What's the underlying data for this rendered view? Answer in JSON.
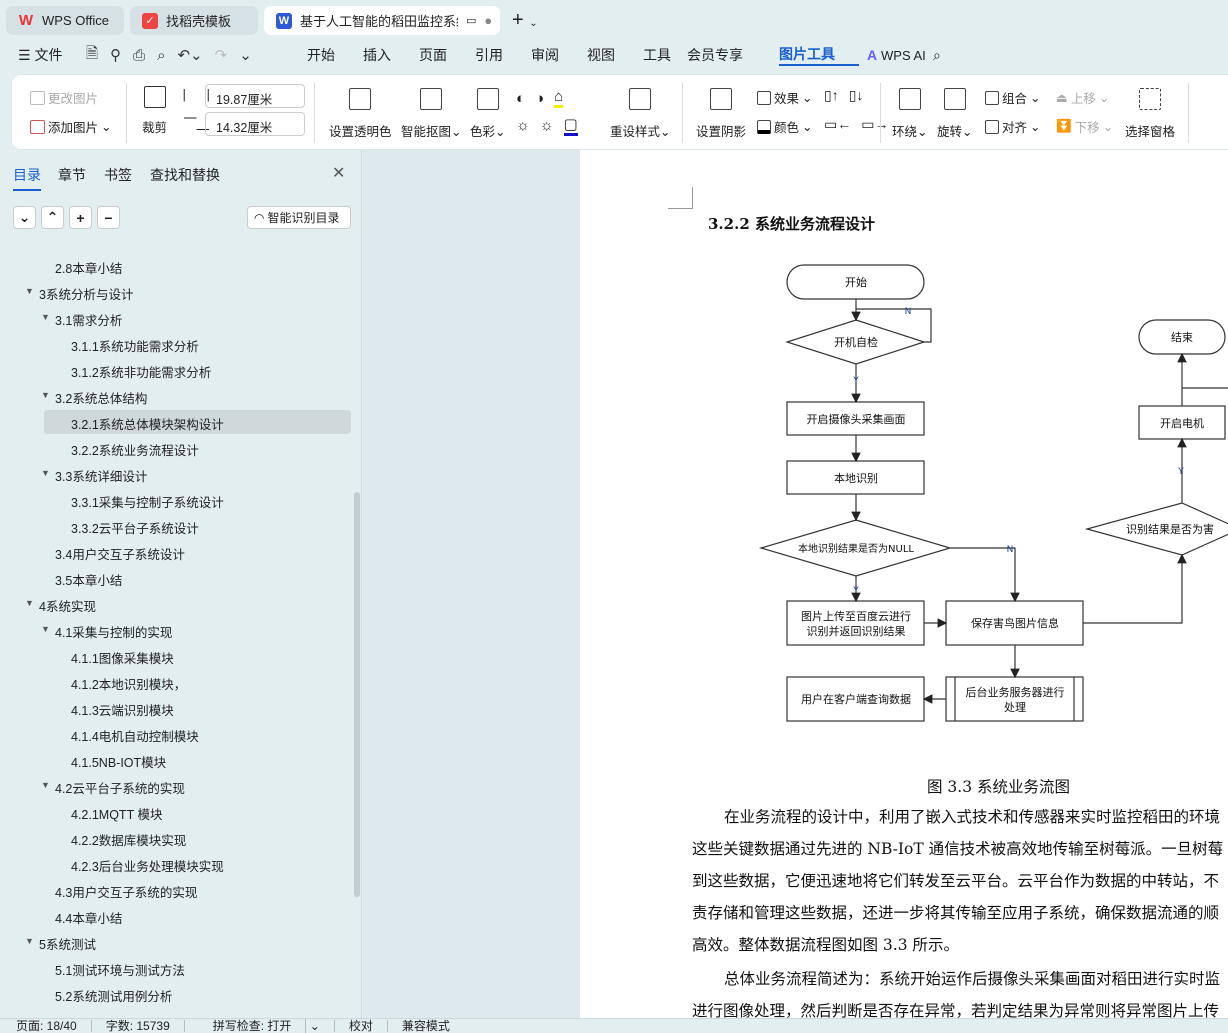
{
  "tabs": [
    {
      "label": "WPS Office"
    },
    {
      "label": "找稻壳模板"
    },
    {
      "label": "基于人工智能的稻田监控系统"
    }
  ],
  "menu": {
    "file": "文件",
    "items": [
      "开始",
      "插入",
      "页面",
      "引用",
      "审阅",
      "视图",
      "工具",
      "会员专享",
      "图片工具"
    ],
    "ai": "WPS AI"
  },
  "ribbon": {
    "change_pic": "更改图片",
    "add_pic": "添加图片",
    "crop": "裁剪",
    "width": "19.87厘米",
    "height": "14.32厘米",
    "transparent": "设置透明色",
    "smart_cutout": "智能抠图",
    "color": "色彩",
    "reset_style": "重设样式",
    "shadow": "设置阴影",
    "effect": "效果",
    "shadow_color": "颜色",
    "wrap": "环绕",
    "rotate": "旋转",
    "group": "组合",
    "align": "对齐",
    "move_up": "上移",
    "move_down": "下移",
    "selection_pane": "选择窗格"
  },
  "sidebar": {
    "tabs": [
      "目录",
      "章节",
      "书签",
      "查找和替换"
    ],
    "smart_toc": "智能识别目录",
    "items": [
      {
        "label": "2.8本章小结",
        "level": 2,
        "arrow": false
      },
      {
        "label": "3系统分析与设计",
        "level": 1,
        "arrow": true
      },
      {
        "label": "3.1需求分析",
        "level": 2,
        "arrow": true
      },
      {
        "label": "3.1.1系统功能需求分析",
        "level": 3,
        "arrow": false
      },
      {
        "label": "3.1.2系统非功能需求分析",
        "level": 3,
        "arrow": false
      },
      {
        "label": "3.2系统总体结构",
        "level": 2,
        "arrow": true
      },
      {
        "label": "3.2.1系统总体模块架构设计",
        "level": 3,
        "arrow": false,
        "selected": true
      },
      {
        "label": "3.2.2系统业务流程设计",
        "level": 3,
        "arrow": false
      },
      {
        "label": "3.3系统详细设计",
        "level": 2,
        "arrow": true
      },
      {
        "label": "3.3.1采集与控制子系统设计",
        "level": 3,
        "arrow": false
      },
      {
        "label": "3.3.2云平台子系统设计",
        "level": 3,
        "arrow": false
      },
      {
        "label": "3.4用户交互子系统设计",
        "level": 2,
        "arrow": false
      },
      {
        "label": "3.5本章小结",
        "level": 2,
        "arrow": false
      },
      {
        "label": "4系统实现",
        "level": 1,
        "arrow": true
      },
      {
        "label": "4.1采集与控制的实现",
        "level": 2,
        "arrow": true
      },
      {
        "label": "4.1.1图像采集模块",
        "level": 3,
        "arrow": false
      },
      {
        "label": "4.1.2本地识别模块，",
        "level": 3,
        "arrow": false
      },
      {
        "label": "4.1.3云端识别模块",
        "level": 3,
        "arrow": false
      },
      {
        "label": "4.1.4电机自动控制模块",
        "level": 3,
        "arrow": false
      },
      {
        "label": "4.1.5NB-IOT模块",
        "level": 3,
        "arrow": false
      },
      {
        "label": "4.2云平台子系统的实现",
        "level": 2,
        "arrow": true
      },
      {
        "label": "4.2.1MQTT 模块",
        "level": 3,
        "arrow": false
      },
      {
        "label": "4.2.2数据库模块实现",
        "level": 3,
        "arrow": false
      },
      {
        "label": "4.2.3后台业务处理模块实现",
        "level": 3,
        "arrow": false
      },
      {
        "label": "4.3用户交互子系统的实现",
        "level": 2,
        "arrow": false
      },
      {
        "label": "4.4本章小结",
        "level": 2,
        "arrow": false
      },
      {
        "label": "5系统测试",
        "level": 1,
        "arrow": true
      },
      {
        "label": "5.1测试环境与测试方法",
        "level": 2,
        "arrow": false
      },
      {
        "label": "5.2系统测试用例分析",
        "level": 2,
        "arrow": false
      }
    ]
  },
  "doc": {
    "heading": "3.2.2  系统业务流程设计",
    "caption": "图 3.3 系统业务流图",
    "lines": [
      "在业务流程的设计中，利用了嵌入式技术和传感器来实时监控稻田的环境",
      "这些关键数据通过先进的 NB-IoT 通信技术被高效地传输至树莓派。一旦树莓",
      "到这些数据，它便迅速地将它们转发至云平台。云平台作为数据的中转站，不",
      "责存储和管理这些数据，还进一步将其传输至应用子系统，确保数据流通的顺",
      "高效。整体数据流程图如图 3.3 所示。",
      "总体业务流程简述为：系统开始运作后摄像头采集画面对稻田进行实时监",
      "进行图像处理，然后判断是否存在异常，若判定结果为异常则将异常图片上传"
    ]
  },
  "flow": {
    "start": "开始",
    "selfcheck": "开机自检",
    "camera": "开启摄像头采集画面",
    "local": "本地识别",
    "isnull": "本地识别结果是否为NULL",
    "upload1": "图片上传至百度云进行",
    "upload2": "识别并返回识别结果",
    "save": "保存害鸟图片信息",
    "backend1": "后台业务服务器进行",
    "backend2": "处理",
    "user": "用户在客户端查询数据",
    "end": "结束",
    "motor": "开启电机",
    "ispest": "识别结果是否为害",
    "y": "Y",
    "n": "N"
  },
  "status": {
    "page": "页面: 18/40",
    "words": "字数: 15739",
    "spell": "拼写检查: 打开",
    "proof": "校对",
    "compat": "兼容模式"
  }
}
